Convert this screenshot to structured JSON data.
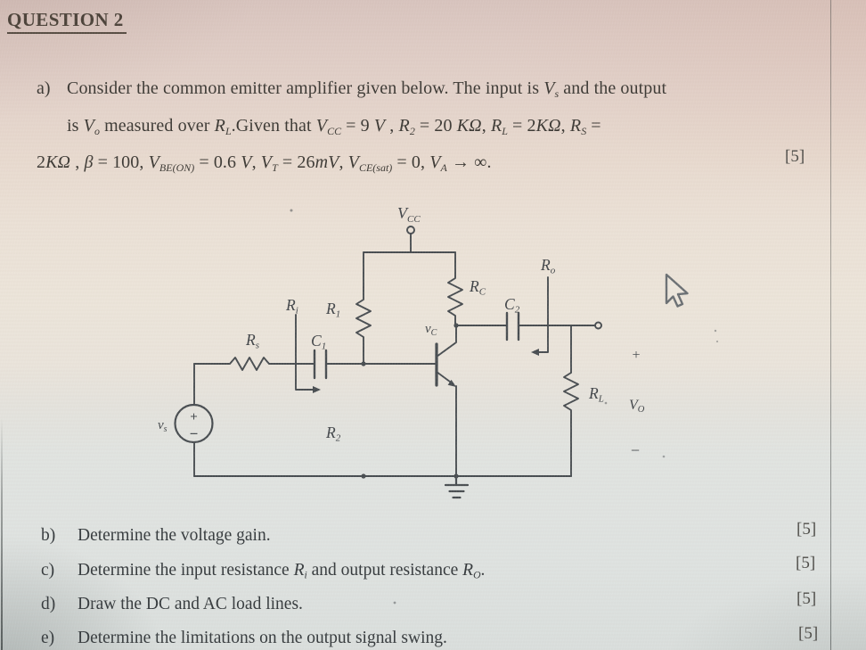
{
  "title": "QUESTION 2",
  "question_a": {
    "label": "a)",
    "marks": "[5]",
    "lines": [
      [
        {
          "t": "Consider the common emitter amplifier given below. The input is "
        },
        {
          "t": "V",
          "it": true
        },
        {
          "t": "s",
          "it": true,
          "sub": true
        },
        {
          "t": " and the output"
        }
      ],
      [
        {
          "t": "is "
        },
        {
          "t": "V",
          "it": true
        },
        {
          "t": "o",
          "it": true,
          "sub": true
        },
        {
          "t": "  measured over  "
        },
        {
          "t": "R",
          "it": true
        },
        {
          "t": "L",
          "it": true,
          "sub": true
        },
        {
          "t": ".Given that "
        },
        {
          "t": "V",
          "it": true
        },
        {
          "t": "CC",
          "it": true,
          "sub": true
        },
        {
          "t": " = 9 "
        },
        {
          "t": "V",
          "it": true
        },
        {
          "t": " , "
        },
        {
          "t": "R",
          "it": true
        },
        {
          "t": "2",
          "it": true,
          "sub": true
        },
        {
          "t": " = 20 "
        },
        {
          "t": "KΩ",
          "it": true
        },
        {
          "t": ", "
        },
        {
          "t": "R",
          "it": true
        },
        {
          "t": "L",
          "it": true,
          "sub": true
        },
        {
          "t": " = 2"
        },
        {
          "t": "KΩ",
          "it": true
        },
        {
          "t": ", "
        },
        {
          "t": "R",
          "it": true
        },
        {
          "t": "S",
          "it": true,
          "sub": true
        },
        {
          "t": " ="
        }
      ],
      [
        {
          "t": "2"
        },
        {
          "t": "KΩ",
          "it": true
        },
        {
          "t": " , "
        },
        {
          "t": "β",
          "it": true
        },
        {
          "t": " = 100, "
        },
        {
          "t": "V",
          "it": true
        },
        {
          "t": "BE(ON)",
          "it": true,
          "sub": true
        },
        {
          "t": " = 0.6 "
        },
        {
          "t": "V",
          "it": true
        },
        {
          "t": ", "
        },
        {
          "t": "V",
          "it": true
        },
        {
          "t": "T",
          "it": true,
          "sub": true
        },
        {
          "t": " = 26"
        },
        {
          "t": "mV",
          "it": true
        },
        {
          "t": ", "
        },
        {
          "t": "V",
          "it": true
        },
        {
          "t": "CE(sat)",
          "it": true,
          "sub": true
        },
        {
          "t": " = 0, "
        },
        {
          "t": "V",
          "it": true
        },
        {
          "t": "A",
          "it": true,
          "sub": true
        },
        {
          "t": " → ∞."
        }
      ]
    ]
  },
  "items": [
    {
      "label": "b)",
      "marks": "[5]",
      "segments": [
        {
          "t": "Determine the voltage gain."
        }
      ]
    },
    {
      "label": "c)",
      "marks": "[5]",
      "segments": [
        {
          "t": "Determine the input resistance "
        },
        {
          "t": "R",
          "it": true
        },
        {
          "t": "i",
          "it": true,
          "sub": true
        },
        {
          "t": " and output resistance "
        },
        {
          "t": "R",
          "it": true
        },
        {
          "t": "O",
          "it": true,
          "sub": true
        },
        {
          "t": "."
        }
      ]
    },
    {
      "label": "d)",
      "marks": "[5]",
      "segments": [
        {
          "t": "Draw the DC and AC load lines."
        }
      ]
    },
    {
      "label": "e)",
      "marks": "[5]",
      "segments": [
        {
          "t": "Determine the limitations on the output signal swing."
        }
      ]
    }
  ],
  "circuit": {
    "labels": {
      "vcc": {
        "main": "V",
        "sub": "CC"
      },
      "r1": {
        "main": "R",
        "sub": "1"
      },
      "rc": {
        "main": "R",
        "sub": "C"
      },
      "c2": {
        "main": "C",
        "sub": "2"
      },
      "ro": {
        "main": "R",
        "sub": "o"
      },
      "ri": {
        "main": "R",
        "sub": "i"
      },
      "rs": {
        "main": "R",
        "sub": "s"
      },
      "c1": {
        "main": "C",
        "sub": "1"
      },
      "r2": {
        "main": "R",
        "sub": "2"
      },
      "rl": {
        "main": "R",
        "sub": "L"
      },
      "vc": {
        "main": "v",
        "sub": "C"
      },
      "vs": {
        "main": "v",
        "sub": "s"
      },
      "vo": {
        "main": "V",
        "sub": "O"
      },
      "out_plus": "+",
      "out_minus": "−",
      "src_plus": "+",
      "src_minus": "−"
    }
  },
  "colors": {
    "ink": "#474c50",
    "text": "#3b3833",
    "bg_top": "#d7c3bd",
    "bg_bottom": "#dee2e0"
  }
}
